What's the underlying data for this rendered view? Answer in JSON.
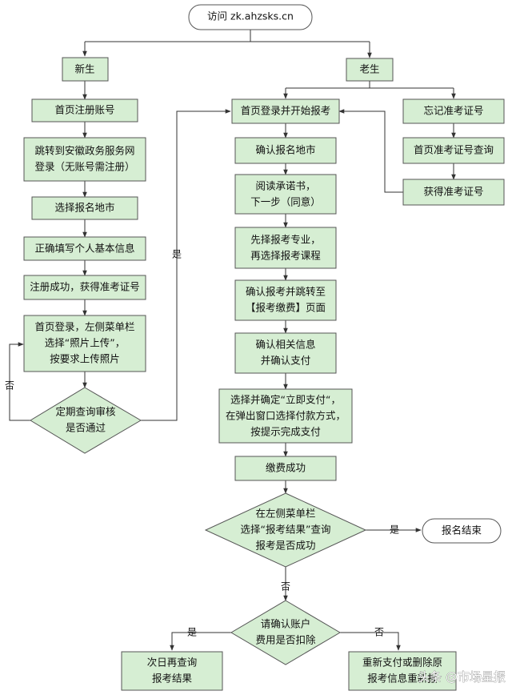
{
  "nodes": {
    "start": [
      "访问 zk.ahzsks.cn"
    ],
    "new": [
      "新生"
    ],
    "old": [
      "老生"
    ],
    "n1": [
      "首页注册账号"
    ],
    "n2": [
      "跳转到安徽政务服务网",
      "登录（无账号需注册）"
    ],
    "n3": [
      "选择报名地市"
    ],
    "n4": [
      "正确填写个人基本信息"
    ],
    "n5": [
      "注册成功，获得准考证号"
    ],
    "n6": [
      "首页登录，左侧菜单栏",
      "选择“照片上传”，",
      "按要求上传照片"
    ],
    "d1": [
      "定期查询审核",
      "是否通过"
    ],
    "m1": [
      "首页登录并开始报考"
    ],
    "m2": [
      "确认报名地市"
    ],
    "m3": [
      "阅读承诺书，",
      "下一步（同意）"
    ],
    "m4": [
      "先择报考专业，",
      "再选择报考课程"
    ],
    "m5": [
      "确认报考并跳转至",
      "【报考缴费】页面"
    ],
    "m6": [
      "确认相关信息",
      "并确认支付"
    ],
    "m7": [
      "选择并确定“立即支付“，",
      "在弹出窗口选择付款方式，",
      "按提示完成支付"
    ],
    "m8": [
      "缴费成功"
    ],
    "d2": [
      "在左侧菜单栏",
      "选择“报考结果”查询",
      "报考是否成功"
    ],
    "end": [
      "报名结束"
    ],
    "d3": [
      "请确认账户",
      "费用是否扣除"
    ],
    "b1": [
      "次日再查询",
      "报考结果"
    ],
    "b2": [
      "重新支付或删除原",
      "报考信息重新报"
    ],
    "r1": [
      "忘记准考证号"
    ],
    "r2": [
      "首页准考证号查询"
    ],
    "r3": [
      "获得准考证号"
    ]
  },
  "labels": {
    "yes_d1": "是",
    "no_d1": "否",
    "yes_d2": "是",
    "no_d2": "否",
    "yes_d3": "是",
    "no_d3": "否"
  },
  "watermark": "头条 @市场星报",
  "colors": {
    "box_fill": "#d6eed3",
    "stroke": "#555555",
    "terminal_fill": "#ffffff"
  }
}
